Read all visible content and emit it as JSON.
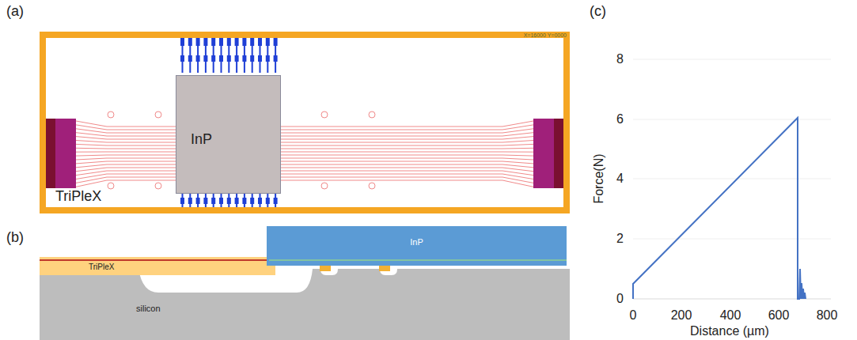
{
  "diagram": {
    "nodes": [
      {
        "text": [
          "TriPleX"
        ]
      },
      {
        "text": [
          "InP"
        ],
        "in": 0
      },
      {
        "text": [
          "TriPleX"
        ]
      },
      {
        "text": [
          "InP"
        ]
      },
      {
        "text": [
          "silicon"
        ]
      }
    ],
    "labels": [
      "(a)",
      "(b)",
      "(c)",
      "X=16000 Y=0000",
      "0",
      "2",
      "4",
      "6",
      "8",
      "0",
      "200",
      "400",
      "600",
      "800",
      "Force(N)",
      "Distance (µm)"
    ]
  }
}
